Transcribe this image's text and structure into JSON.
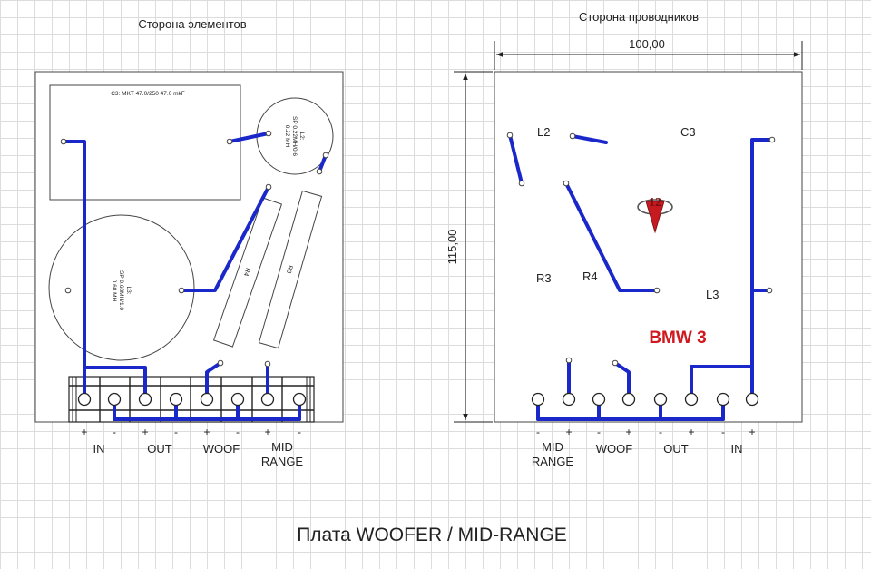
{
  "headings": {
    "components_side": "Сторона элементов",
    "traces_side": "Сторона проводников",
    "board_title": "Плата WOOFER / MID-RANGE"
  },
  "dimensions": {
    "width": "100,00",
    "height": "115,00"
  },
  "components": {
    "c3": "C3: MKT 47.0/250   47.0 mkF",
    "l2_line1": "L2:",
    "l2_line2": "SP 0.22MH/0.6",
    "l2_line3": "0.22 MH",
    "l3_line1": "L3:",
    "l3_line2": "SP 0.68MH/1.0",
    "l3_line3": "0.68 MH",
    "r4": "R4",
    "r3": "R3"
  },
  "left_polarity": [
    "+",
    "-",
    "+",
    "-",
    "+",
    "-",
    "+",
    "-"
  ],
  "left_groups": [
    "IN",
    "OUT",
    "WOOF",
    "MID",
    "RANGE"
  ],
  "right_labels": {
    "l2": "L2",
    "c3": "C3",
    "r3": "R3",
    "r4": "R4",
    "l3": "L3",
    "brand": "BMW 3",
    "logo": "12"
  },
  "right_polarity": [
    "-",
    "+",
    "-",
    "+",
    "-",
    "+",
    "-",
    "+"
  ],
  "right_groups": [
    "MID",
    "RANGE",
    "WOOF",
    "OUT",
    "IN"
  ],
  "colors": {
    "trace": "#1a27c9",
    "brand": "#d0181f",
    "outline": "#444444"
  }
}
